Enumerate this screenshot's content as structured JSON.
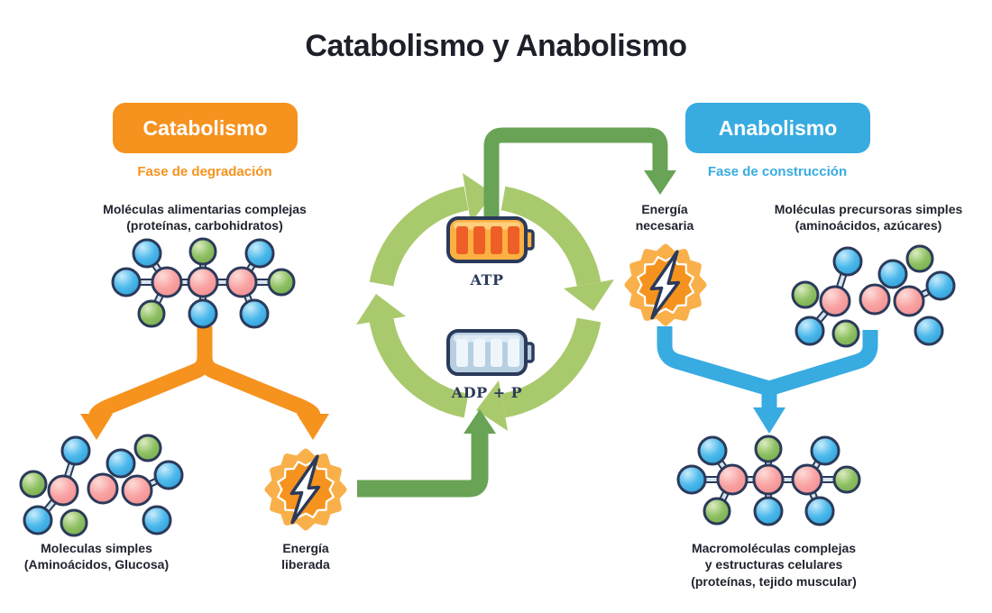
{
  "title": "Catabolismo y Anabolismo",
  "catabolism": {
    "badge_label": "Catabolismo",
    "phase_label": "Fase de degradación",
    "complex_molecules_line1": "Moléculas alimentarias complejas",
    "complex_molecules_line2": "(proteínas, carbohidratos)",
    "simple_molecules_line1": "Moleculas simples",
    "simple_molecules_line2": "(Aminoácidos, Glucosa)",
    "energy_released_line1": "Energía",
    "energy_released_line2": "liberada"
  },
  "anabolism": {
    "badge_label": "Anabolismo",
    "phase_label": "Fase de construcción",
    "energy_needed_line1": "Energía",
    "energy_needed_line2": "necesaria",
    "precursor_molecules_line1": "Moléculas precursoras simples",
    "precursor_molecules_line2": "(aminoácidos, azúcares)",
    "macromolecules_line1": "Macromoléculas complejas",
    "macromolecules_line2": "y estructuras celulares",
    "macromolecules_line3": "(proteínas, tejido muscular)"
  },
  "energy_cycle": {
    "full_battery_label": "ATP",
    "empty_battery_label": "ADP + P"
  },
  "icons": {
    "cycle": "circular-arrows-icon",
    "atp": "battery-full-icon",
    "adp": "battery-empty-icon",
    "energy_released": "lightning-bolt-icon",
    "energy_needed": "lightning-bolt-icon"
  },
  "colors": {
    "catabolism_orange": "#F6921E",
    "anabolism_blue": "#38ABE1",
    "cycle_light_green": "#A9C96D",
    "energy_arrow_green": "#69A356",
    "outline_navy": "#2B3A5A",
    "atom_pink": "#F9A3A3",
    "atom_blue": "#4CB9EC",
    "atom_green": "#8EC063",
    "battery_full_bars": "#EE5F27",
    "battery_empty_body": "#B7CFE1",
    "text_dark": "#20242E"
  }
}
